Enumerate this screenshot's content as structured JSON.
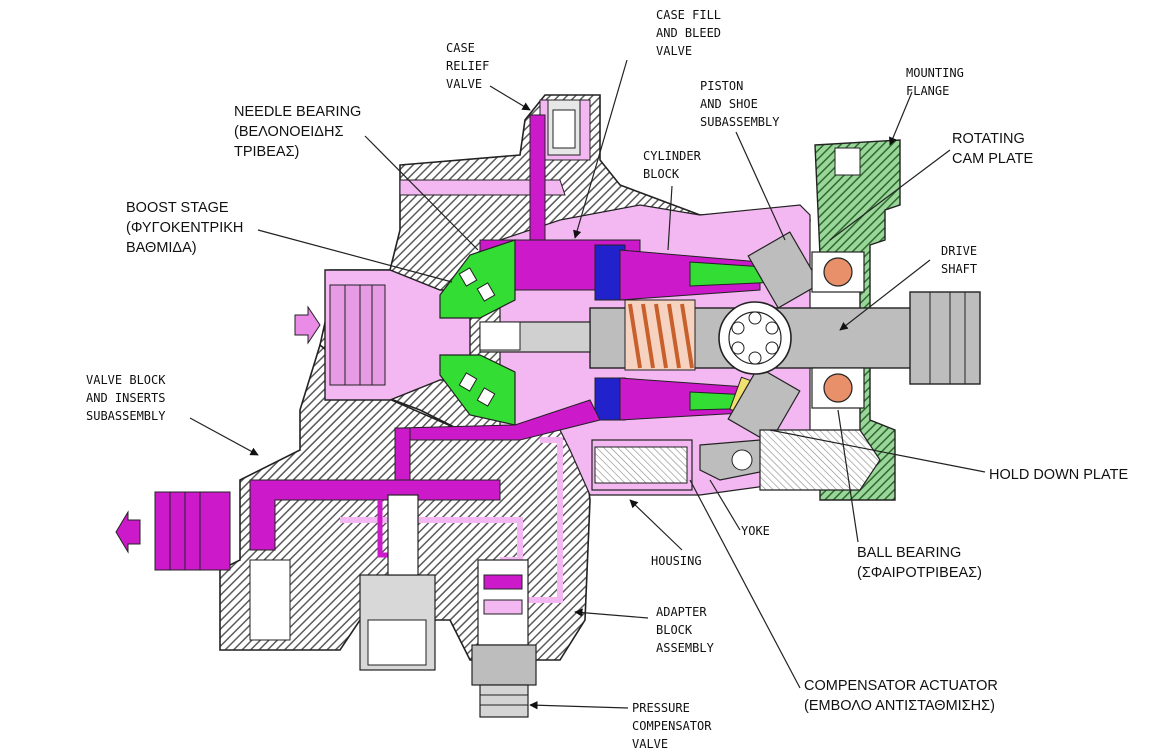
{
  "labels": {
    "case_fill": [
      "CASE FILL",
      "AND BLEED",
      "VALVE"
    ],
    "case_relief": [
      "CASE",
      "RELIEF",
      "VALVE"
    ],
    "needle_bearing": [
      "NEEDLE BEARING",
      "(ΒΕΛΟΝΟΕΙΔΗΣ",
      "ΤΡΙΒΕΑΣ)"
    ],
    "boost_stage": [
      "BOOST STAGE",
      "(ΦΥΓΟΚΕΝΤΡΙΚΗ",
      "ΒΑΘΜΙΔΑ)"
    ],
    "piston_shoe": [
      "PISTON",
      "AND SHOE",
      "SUBASSEMBLY"
    ],
    "cylinder_block": [
      "CYLINDER",
      "BLOCK"
    ],
    "mounting_flange": [
      "MOUNTING",
      "FLANGE"
    ],
    "rotating_cam": [
      "ROTATING",
      "CAM PLATE"
    ],
    "drive_shaft": [
      "DRIVE",
      "SHAFT"
    ],
    "valve_block": [
      "VALVE BLOCK",
      "AND INSERTS",
      "SUBASSEMBLY"
    ],
    "hold_down": [
      "HOLD DOWN PLATE"
    ],
    "yoke": [
      "YOKE"
    ],
    "housing": [
      "HOUSING"
    ],
    "ball_bearing": [
      "BALL BEARING",
      "(ΣΦΑΙΡΟΤΡΙΒΕΑΣ)"
    ],
    "adapter_block": [
      "ADAPTER",
      "BLOCK",
      "ASSEMBLY"
    ],
    "compensator_actuator": [
      "COMPENSATOR ACTUATOR",
      "(ΕΜΒΟΛΟ ΑΝΤΙΣΤΑΘΜΙΣΗΣ)"
    ],
    "pressure_compensator": [
      "PRESSURE",
      "COMPENSATOR",
      "VALVE"
    ]
  },
  "colors": {
    "hatch": "#6a6a6a",
    "pink_light": "#f3b8f1",
    "magenta": "#cc19c9",
    "green": "#33dd33",
    "dark_green": "#2f7a2f",
    "blue": "#2222cc",
    "orange": "#e8906a",
    "yellow": "#f0e070",
    "gray": "#b5b5b5"
  },
  "icons": [
    "inlet-arrow-icon",
    "outlet-arrow-icon"
  ]
}
